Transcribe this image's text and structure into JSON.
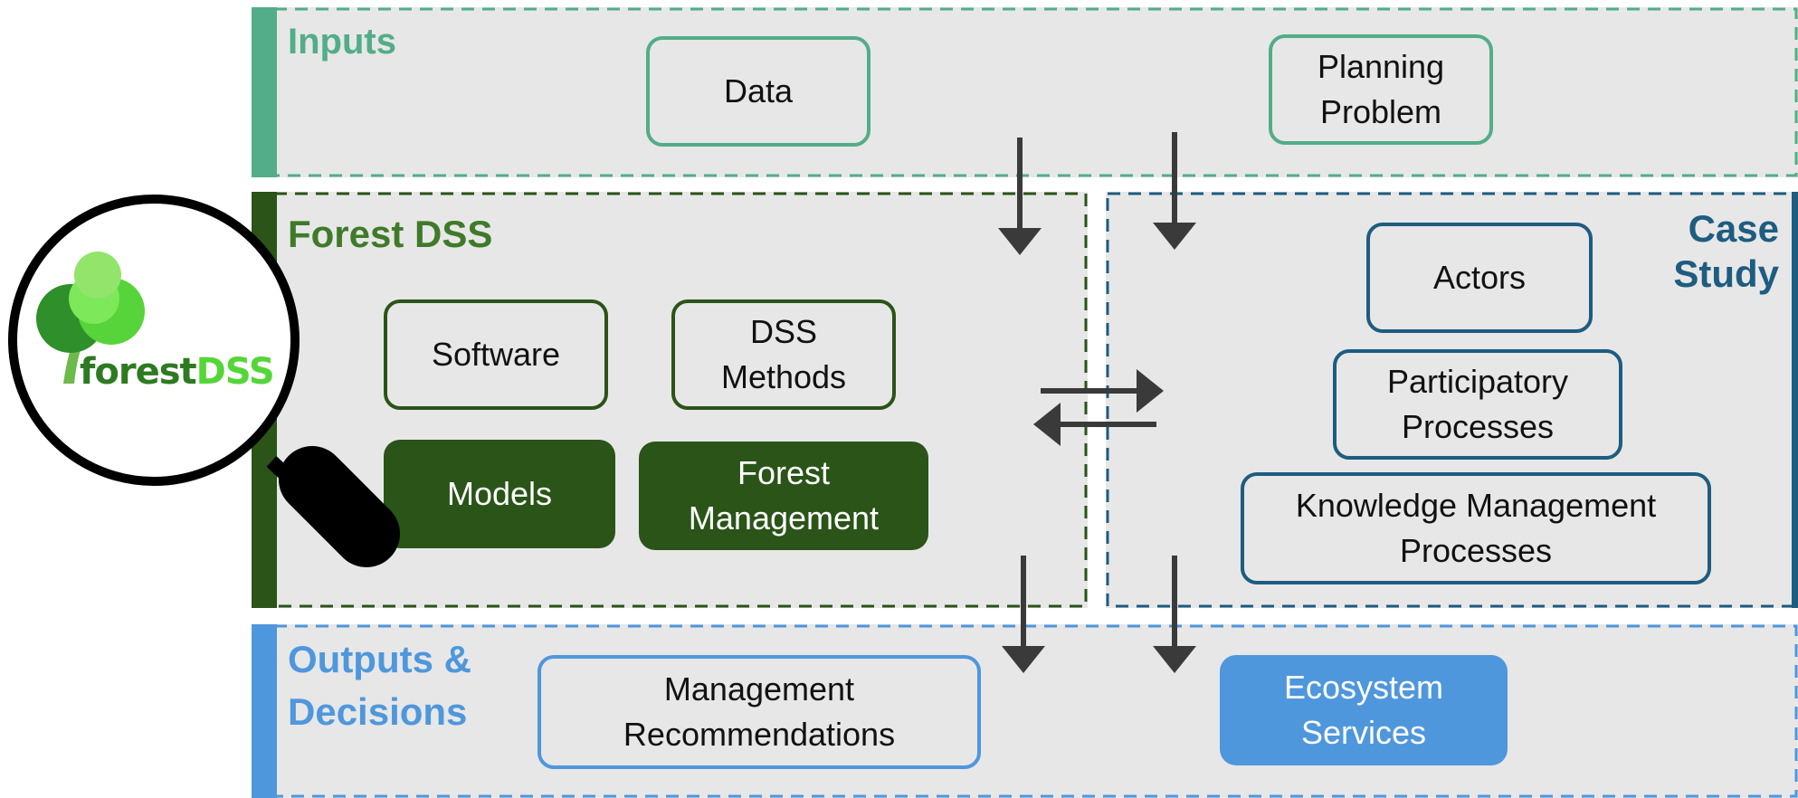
{
  "sections": {
    "inputs": {
      "title": "Inputs"
    },
    "forest_dss": {
      "title": "Forest DSS"
    },
    "case_study": {
      "title": "Case\nStudy"
    },
    "outputs": {
      "title": "Outputs &\nDecisions"
    }
  },
  "boxes": {
    "data": "Data",
    "planning_problem": "Planning\nProblem",
    "software": "Software",
    "dss_methods": "DSS\nMethods",
    "models": "Models",
    "forest_management": "Forest\nManagement",
    "actors": "Actors",
    "participatory_processes": "Participatory\nProcesses",
    "knowledge_management_processes": "Knowledge Management\nProcesses",
    "management_recommendations": "Management\nRecommendations",
    "ecosystem_services": "Ecosystem\nServices"
  },
  "logo": {
    "text_part1": "forest",
    "text_part2": "DSS"
  },
  "colors": {
    "inputs": "#52ad88",
    "forest_dss": "#2a5418",
    "forest_dss_title": "#3f7a2a",
    "case_study": "#1e5c80",
    "outputs": "#4f97dc",
    "band_background": "#e7e7e7",
    "arrow": "#3a3a3a"
  },
  "icons": [
    "magnifier-icon",
    "tree-logo-icon"
  ]
}
